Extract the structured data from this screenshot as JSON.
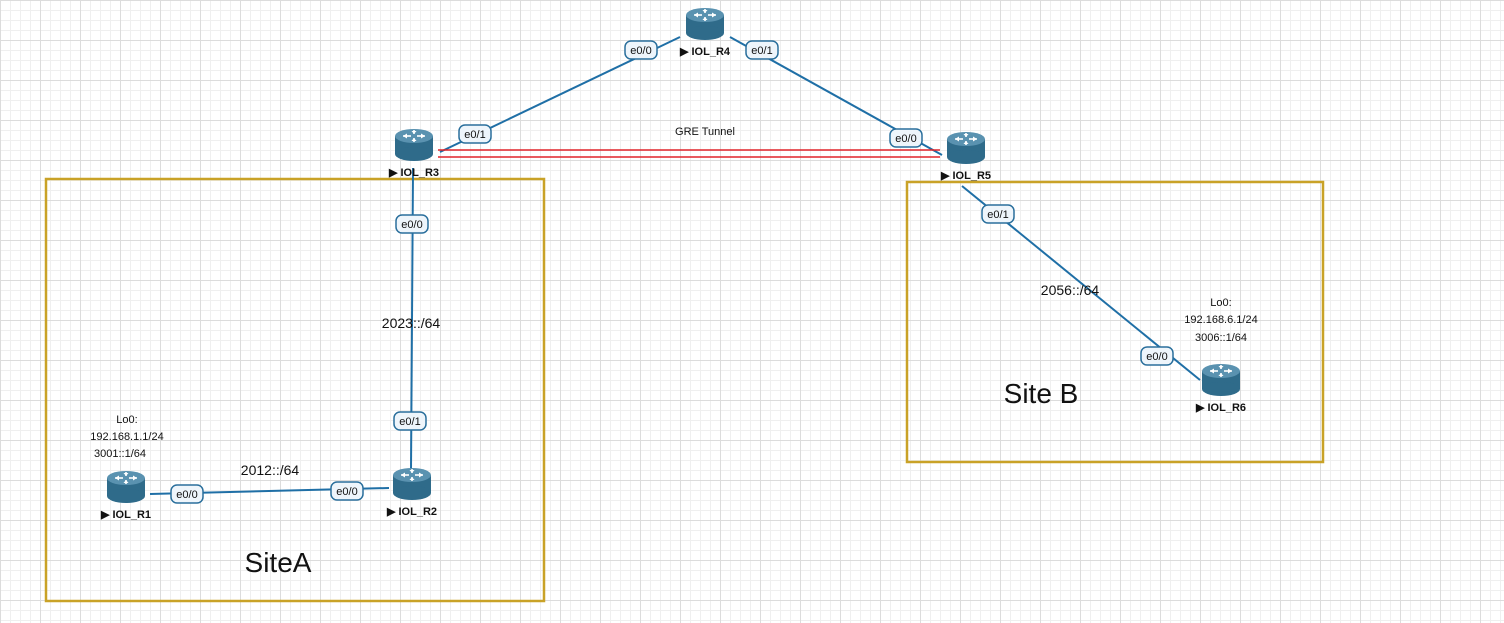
{
  "diagram": {
    "sites": [
      {
        "id": "siteA",
        "title": "SiteA"
      },
      {
        "id": "siteB",
        "title": "Site B"
      }
    ],
    "routers": [
      {
        "id": "r1",
        "label": "IOL_R1"
      },
      {
        "id": "r2",
        "label": "IOL_R2"
      },
      {
        "id": "r3",
        "label": "IOL_R3"
      },
      {
        "id": "r4",
        "label": "IOL_R4"
      },
      {
        "id": "r5",
        "label": "IOL_R5"
      },
      {
        "id": "r6",
        "label": "IOL_R6"
      }
    ],
    "interfaces": {
      "r4_to_r3": "e0/0",
      "r4_to_r5": "e0/1",
      "r3_to_r4": "e0/1",
      "r5_to_r4": "e0/0",
      "r3_to_r2": "e0/0",
      "r2_to_r3": "e0/1",
      "r1_to_r2": "e0/0",
      "r2_to_r1": "e0/0",
      "r5_to_r6": "e0/1",
      "r6_to_r5": "e0/0"
    },
    "networks": {
      "r2_r3": "2023::/64",
      "r1_r2": "2012::/64",
      "r5_r6": "2056::/64"
    },
    "tunnel_label": "GRE Tunnel",
    "notes": {
      "r1": [
        "Lo0:",
        "192.168.1.1/24",
        "3001::1/64"
      ],
      "r6": [
        "Lo0:",
        "192.168.6.1/24",
        "3006::1/64"
      ]
    },
    "colors": {
      "link": "#1f6fa6",
      "tunnel": "#e0242a",
      "site_border": "#c9a227",
      "router_body": "#2f6b8a"
    }
  }
}
